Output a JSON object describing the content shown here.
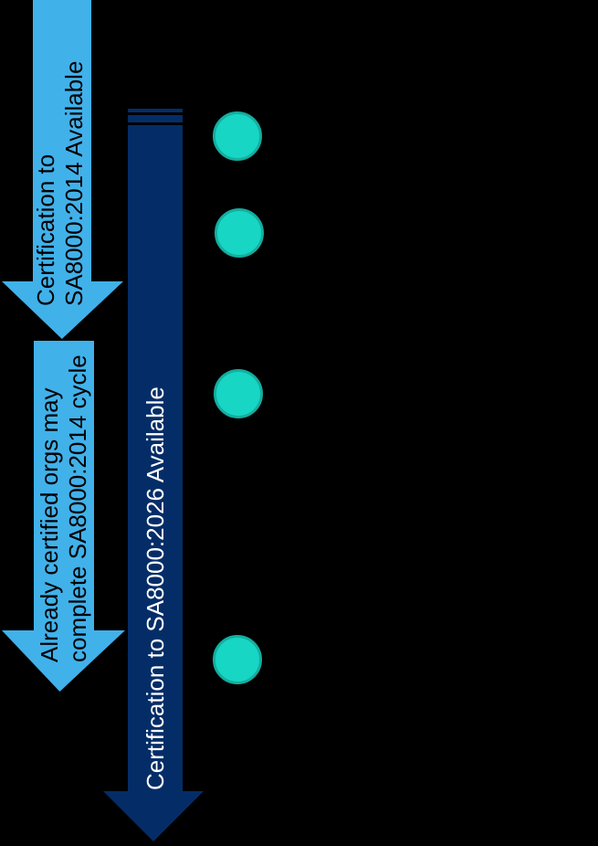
{
  "colors": {
    "background": "#000000",
    "light_blue_arrow": "#41b1ea",
    "navy_arrow": "#042d68",
    "milestone_fill": "#18d6c4",
    "milestone_border": "#14ae9f",
    "label_on_blue": "#000000",
    "label_on_navy": "#ffffff"
  },
  "arrows": [
    {
      "id": "cert-2014-available",
      "lines": [
        "Certification to",
        "SA8000:2014 Available"
      ]
    },
    {
      "id": "already-certified-complete-2014",
      "lines": [
        "Already certified orgs may",
        "complete SA8000:2014 cycle"
      ]
    },
    {
      "id": "cert-2026-available",
      "lines": [
        "Certification to SA8000:2026 Available"
      ]
    }
  ],
  "milestones": [
    {
      "id": "milestone-1"
    },
    {
      "id": "milestone-2"
    },
    {
      "id": "milestone-3"
    },
    {
      "id": "milestone-4"
    }
  ]
}
